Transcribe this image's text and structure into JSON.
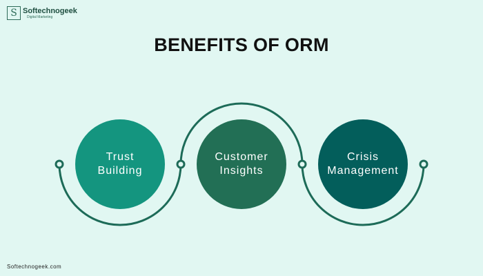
{
  "brand": {
    "mark": "S",
    "name": "Softechnogeek",
    "tagline": "Digital Marketing"
  },
  "title": "BENEFITS OF ORM",
  "nodes": [
    {
      "line1": "Trust",
      "line2": "Building",
      "color": "#14957f"
    },
    {
      "line1": "Customer",
      "line2": "Insights",
      "color": "#226f55"
    },
    {
      "line1": "Crisis",
      "line2": "Management",
      "color": "#035e5b"
    }
  ],
  "connector_color": "#1d6b58",
  "background": "#e1f7f2",
  "footer": "Softechnogeek.com"
}
